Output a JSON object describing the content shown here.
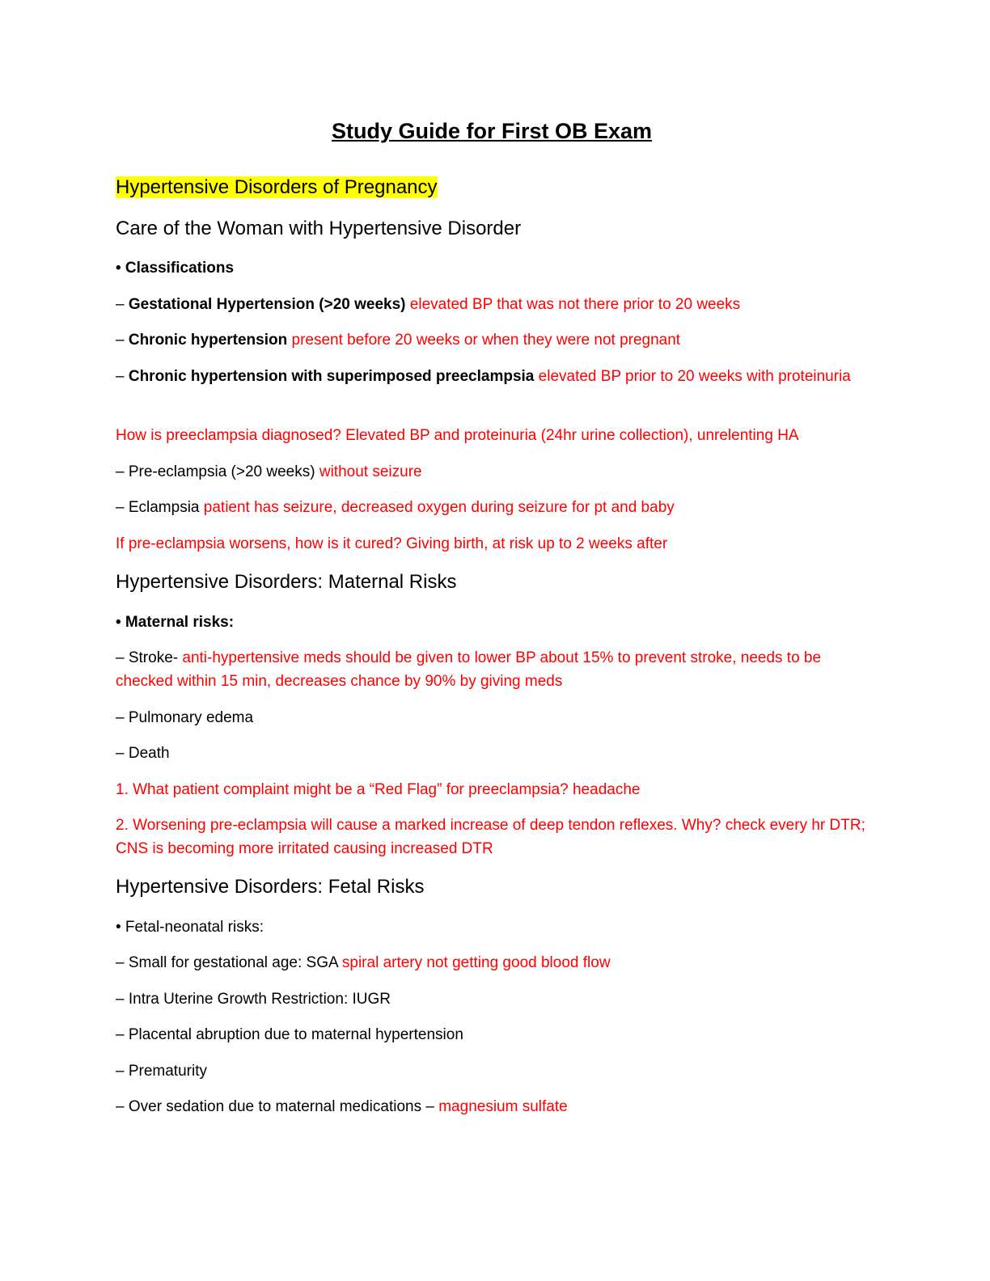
{
  "document": {
    "title": "Study Guide for First OB Exam",
    "main_heading": "Hypertensive Disorders of Pregnancy",
    "sections": [
      {
        "heading": "Care of the Woman with Hypertensive Disorder",
        "classifications_label": "• Classifications",
        "items": [
          {
            "prefix": "– ",
            "bold": "Gestational Hypertension (>20 weeks)",
            "note": " elevated BP that was not there prior to 20 weeks"
          },
          {
            "prefix": "– ",
            "bold": "Chronic hypertension",
            "note": " present before 20 weeks or when they were not pregnant"
          },
          {
            "prefix": "– ",
            "bold": "Chronic hypertension with superimposed preeclampsia",
            "note": " elevated BP prior to 20 weeks with proteinuria"
          }
        ],
        "question_1": "How is preeclampsia diagnosed? Elevated BP and proteinuria (24hr urine collection), unrelenting HA",
        "items_2": [
          {
            "text": "– Pre-eclampsia (>20 weeks)",
            "note": " without seizure"
          },
          {
            "text": "– Eclampsia",
            "note": " patient has seizure, decreased oxygen during seizure for pt and baby"
          }
        ],
        "question_2": "If pre-eclampsia worsens, how is it cured? Giving birth, at risk up to 2 weeks after"
      },
      {
        "heading": "Hypertensive Disorders: Maternal Risks",
        "label": "• Maternal risks:",
        "stroke_text": "– Stroke-",
        "stroke_note": " anti-hypertensive meds should be given to lower BP about 15% to prevent stroke, needs to be checked within 15 min, decreases chance by 90% by giving meds",
        "edema": "– Pulmonary edema",
        "death": "– Death",
        "q1": "1. What patient complaint might be a “Red Flag” for preeclampsia? headache",
        "q2": "2. Worsening pre-eclampsia will cause a marked increase of deep tendon reflexes. Why? check every hr DTR; CNS is becoming more irritated causing increased DTR"
      },
      {
        "heading": "Hypertensive Disorders: Fetal Risks",
        "label": "• Fetal-neonatal risks:",
        "sga_text": "– Small for gestational age: SGA",
        "sga_note": " spiral artery not getting good blood flow",
        "iugr": "– Intra Uterine Growth Restriction: IUGR",
        "abruption": "– Placental abruption due to maternal hypertension",
        "prematurity": "– Prematurity",
        "sedation_text": "– Over sedation due to maternal medications –",
        "sedation_note": " magnesium sulfate"
      }
    ]
  },
  "colors": {
    "note": "#ff0000",
    "highlight": "#ffff00",
    "text": "#000000"
  }
}
